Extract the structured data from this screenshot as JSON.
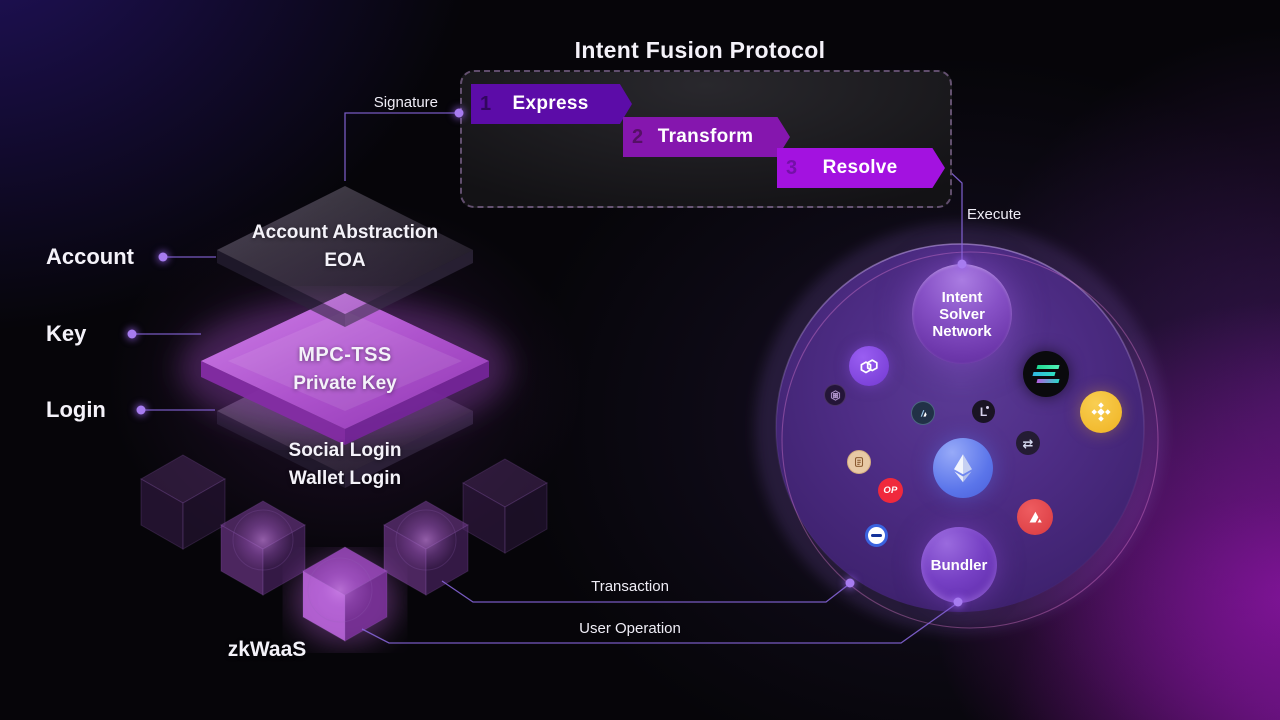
{
  "title": "Intent Fusion Protocol",
  "process": {
    "steps": [
      {
        "num": "1",
        "label": "Express"
      },
      {
        "num": "2",
        "label": "Transform"
      },
      {
        "num": "3",
        "label": "Resolve"
      }
    ]
  },
  "flow": {
    "signature": "Signature",
    "execute": "Execute",
    "transaction": "Transaction",
    "user_operation": "User Operation"
  },
  "identity": {
    "account": "Account",
    "key": "Key",
    "login": "Login"
  },
  "stack": {
    "account_abstraction": "Account Abstraction",
    "eoa": "EOA",
    "mpc_tss": "MPC-TSS",
    "private_key": "Private Key",
    "social_login": "Social Login",
    "wallet_login": "Wallet Login"
  },
  "zkwaas": "zkWaaS",
  "network": {
    "hub": [
      "Intent",
      "Solver",
      "Network"
    ],
    "bundler": "Bundler",
    "op": "OP",
    "l": "L",
    "chains": [
      "polygon",
      "hex-grid",
      "arbitrum",
      "l-dot",
      "swap",
      "solana",
      "binance",
      "ethereum",
      "scroll",
      "optimism",
      "zk-circle",
      "avalanche"
    ]
  },
  "colors": {
    "express": "#5c0ca8",
    "transform": "#8516ae",
    "resolve": "#a312e0",
    "line_accent": "#8b68e0",
    "binance": "#f3ba2f",
    "optimism": "#fb0420",
    "avalanche": "#e0454a",
    "ethereum": "#5b75ea",
    "background_glow": "#a018c0"
  }
}
